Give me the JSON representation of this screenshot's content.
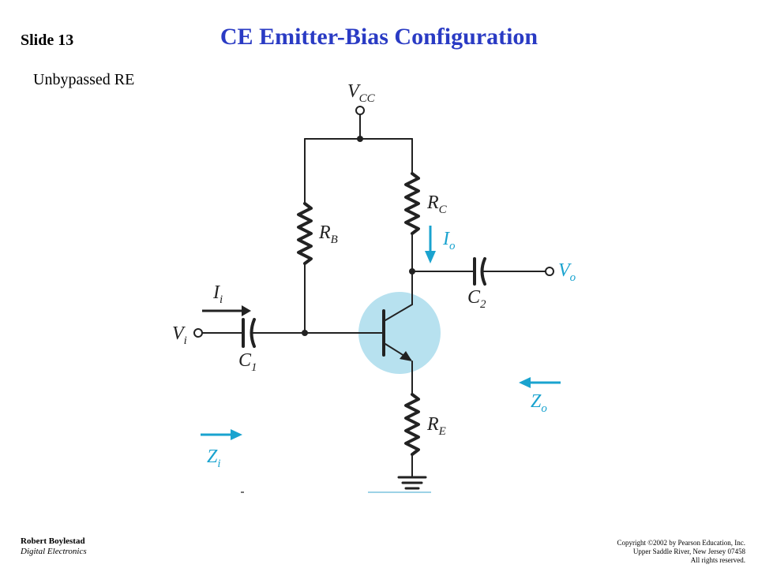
{
  "slide": {
    "number": "Slide 13",
    "title": "CE Emitter-Bias Configuration",
    "subtitle": "Unbypassed RE"
  },
  "circuit": {
    "vcc": {
      "main": "V",
      "sub": "CC"
    },
    "rb": {
      "main": "R",
      "sub": "B"
    },
    "rc": {
      "main": "R",
      "sub": "C"
    },
    "re": {
      "main": "R",
      "sub": "E"
    },
    "c1": {
      "main": "C",
      "sub": "1"
    },
    "c2": {
      "main": "C",
      "sub": "2"
    },
    "vi": {
      "main": "V",
      "sub": "i"
    },
    "vo": {
      "main": "V",
      "sub": "o"
    },
    "ii": {
      "main": "I",
      "sub": "i"
    },
    "io": {
      "main": "I",
      "sub": "o"
    },
    "zi": {
      "main": "Z",
      "sub": "i"
    },
    "zo": {
      "main": "Z",
      "sub": "o"
    }
  },
  "colors": {
    "title": "#2a3bc4",
    "accent": "#1aa3cf",
    "transistor_highlight": "#b7e1ef",
    "wire": "#222222"
  },
  "footer": {
    "author": "Robert Boylestad",
    "book": "Digital Electronics",
    "copyright_lines": [
      "Copyright ©2002 by Pearson Education, Inc.",
      "Upper Saddle River, New Jersey 07458",
      "All rights reserved."
    ]
  }
}
